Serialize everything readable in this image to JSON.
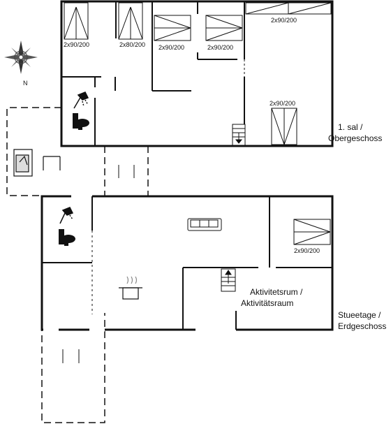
{
  "upper_floor": {
    "name_lines": [
      "1. sal /",
      "Obergeschoss"
    ],
    "beds": [
      "2x90/200",
      "2x80/200",
      "2x90/200",
      "2x90/200",
      "2x90/200",
      "2x90/200"
    ]
  },
  "ground_floor": {
    "name_lines": [
      "Stueetage /",
      "Erdgeschoss"
    ],
    "beds": [
      "2x90/200"
    ],
    "room_lines": [
      "Aktivitetsrum /",
      "Aktivitätsraum"
    ]
  },
  "compass": {
    "north_label": "N",
    "icon": "compass-rose-icon"
  }
}
